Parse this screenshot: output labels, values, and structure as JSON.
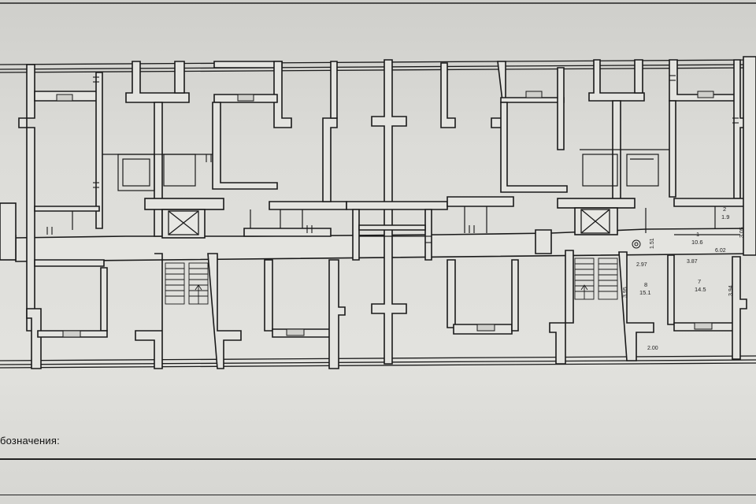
{
  "legend": {
    "title": "бозначения:"
  },
  "rooms": [
    {
      "id": "1",
      "area": "10.6"
    },
    {
      "id": "2",
      "area": "1.9"
    },
    {
      "id": "8",
      "area": "15.1"
    },
    {
      "id": "7",
      "area": "14.5"
    }
  ],
  "dimensions": [
    "2.97",
    "6.02",
    "3.87",
    "3.05",
    "1.51",
    "3.95",
    "3.94",
    "2.00"
  ],
  "colors": {
    "paper": "#dcdcd8",
    "ink": "#1a1a1a",
    "wall_fill": "#e4e4e0"
  }
}
